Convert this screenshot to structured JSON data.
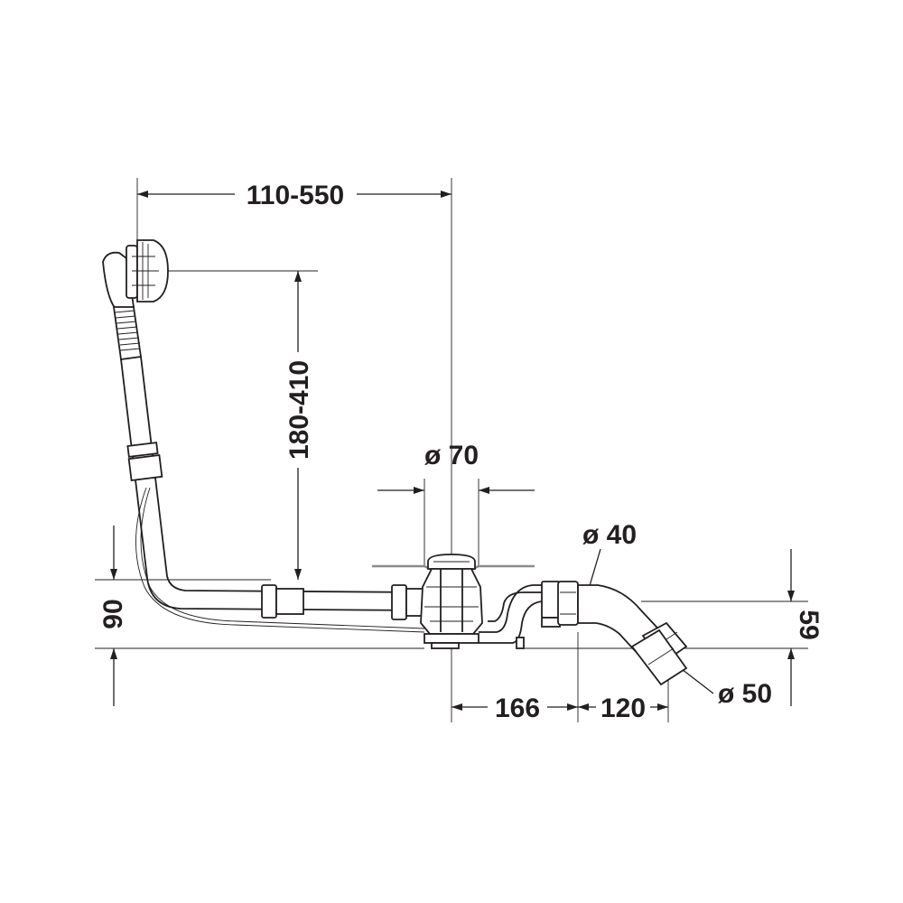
{
  "dimensions": {
    "overflow_length": "110-550",
    "overflow_height": "180-410",
    "drain_diameter": "ø 70",
    "outlet_diameter_40": "ø 40",
    "outlet_diameter_50": "ø 50",
    "drain_height": "90",
    "outlet_height": "59",
    "outlet_offset": "166",
    "elbow_offset": "120"
  },
  "colors": {
    "line": "#231f20",
    "surface": "#8a8a8a",
    "background": "#ffffff"
  }
}
